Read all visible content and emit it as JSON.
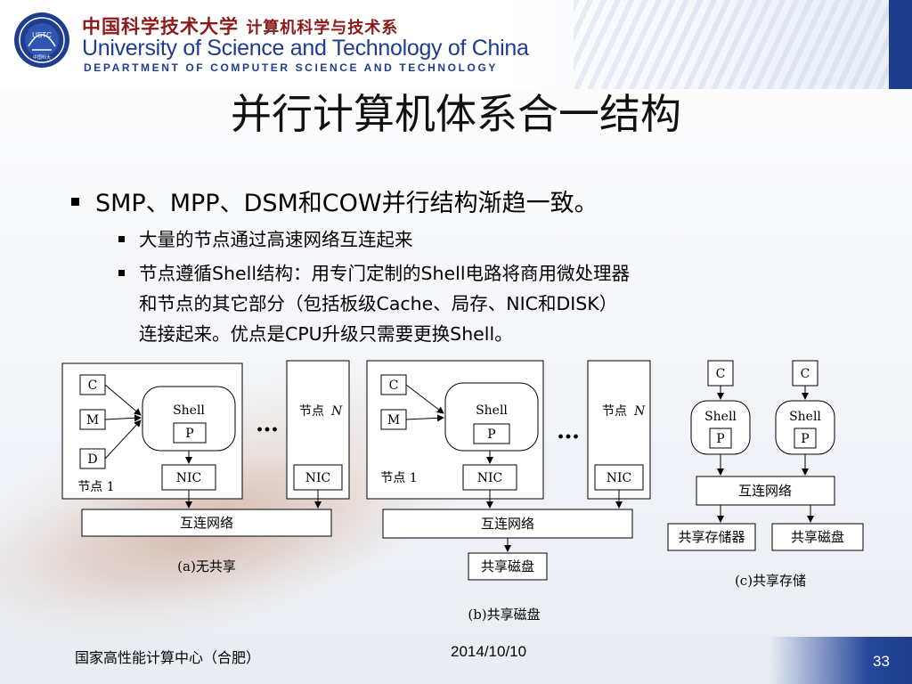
{
  "header": {
    "univ_cn": "中国科学技术大学",
    "dept_cn": "计算机科学与技术系",
    "univ_en": "University of Science and Technology of China",
    "dept_en": "Department of Computer Science and Technology",
    "logo_text": "USTC",
    "logo_sub": "中国科大"
  },
  "title": "并行计算机体系合一结构",
  "bullets": {
    "main": "SMP、MPP、DSM和COW并行结构渐趋一致。",
    "sub1": "大量的节点通过高速网络互连起来",
    "sub2_line1": "节点遵循Shell结构：用专门定制的Shell电路将商用微处理器",
    "sub2_line2": "和节点的其它部分（包括板级Cache、局存、NIC和DISK）",
    "sub2_line3": "连接起来。优点是CPU升级只需要更换Shell。"
  },
  "diagram": {
    "labels": {
      "c": "C",
      "m": "M",
      "d": "D",
      "p": "P",
      "shell": "Shell",
      "nic": "NIC",
      "node1": "节点 1",
      "nodeN_prefix": "节点",
      "nodeN_var": "N",
      "dots": "…",
      "network": "互连网络",
      "shared_disk": "共享磁盘",
      "shared_memory": "共享存储器"
    },
    "captions": {
      "a": "(a)无共享",
      "b": "(b)共享磁盘",
      "c": "(c)共享存储"
    }
  },
  "footer": {
    "org": "国家高性能计算中心（合肥）",
    "date": "2014/10/10",
    "page": "33"
  },
  "colors": {
    "brand_blue": "#1e3d8f",
    "brand_red": "#8b1a1a"
  }
}
